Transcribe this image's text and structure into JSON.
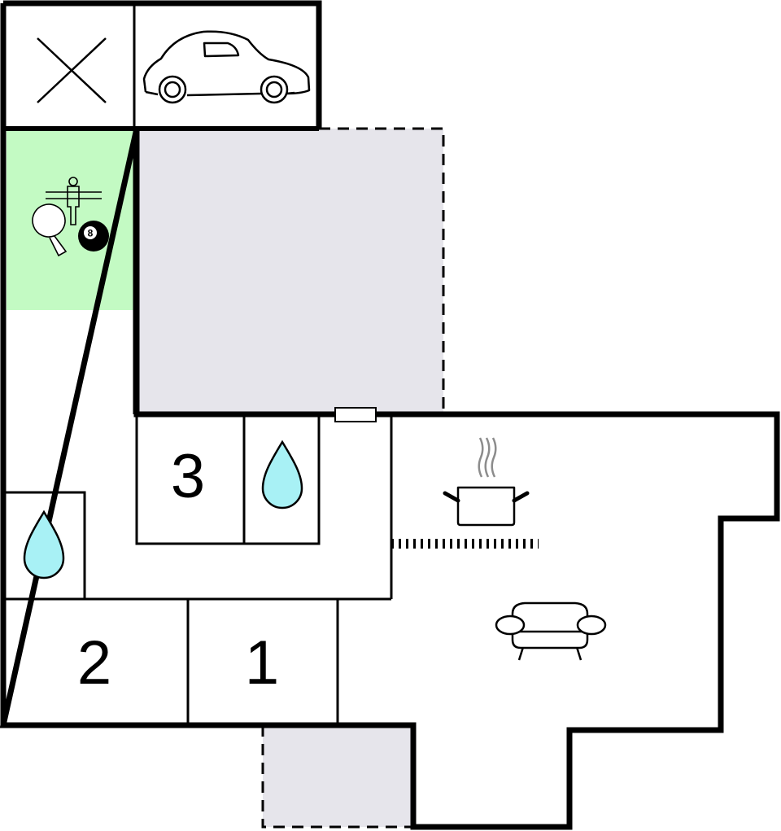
{
  "floorplan": {
    "rooms": {
      "bedroom_1": {
        "label": "1"
      },
      "bedroom_2": {
        "label": "2"
      },
      "bedroom_3": {
        "label": "3"
      }
    },
    "game_room": {
      "ball_number": "8"
    },
    "icons": [
      "cross-icon",
      "car-icon",
      "table-football-icon",
      "ping-pong-paddle-icon",
      "billiard-ball-icon",
      "water-drop-icon",
      "cooking-pot-icon",
      "sofa-icon"
    ],
    "colors": {
      "walls": "#000000",
      "game_room_fill": "#c3fac3",
      "terrace_fill": "#e6e5eb",
      "water_drop_fill": "#a8f1f5",
      "steam": "#8c8c8c"
    }
  }
}
